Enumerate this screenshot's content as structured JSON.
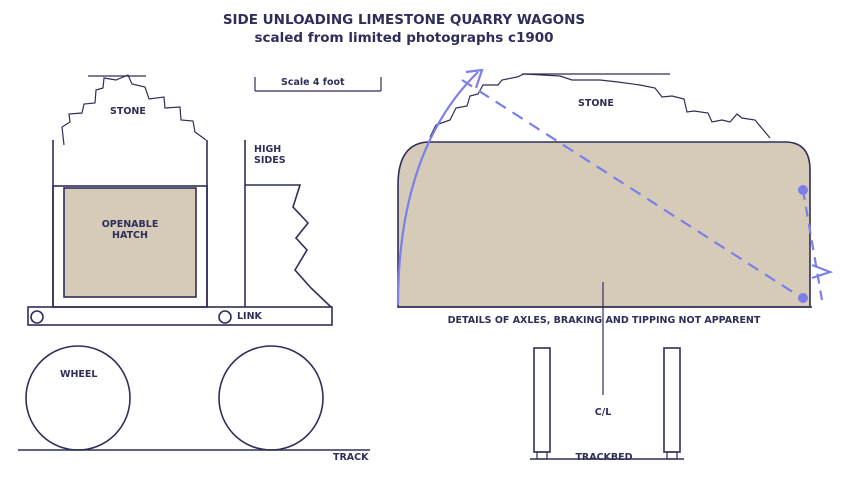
{
  "title": "SIDE UNLOADING LIMESTONE QUARRY WAGONS",
  "subtitle": "scaled from limited photographs c1900",
  "scale_label": "Scale   4 foot",
  "labels": {
    "stone_left": "STONE",
    "stone_right": "STONE",
    "high_sides_1": "HIGH",
    "high_sides_2": "SIDES",
    "hatch_1": "OPENABLE",
    "hatch_2": "HATCH",
    "link": "LINK",
    "wheel": "WHEEL",
    "track": "TRACK",
    "note": "DETAILS OF AXLES, BRAKING AND TIPPING NOT APPARENT",
    "centre_line": "C/L",
    "trackbed": "TRACKBED"
  },
  "colors": {
    "line": "#2e2e5a",
    "body_fill": "#d6cbb8",
    "tipping_arrows": "#7b7fea"
  }
}
